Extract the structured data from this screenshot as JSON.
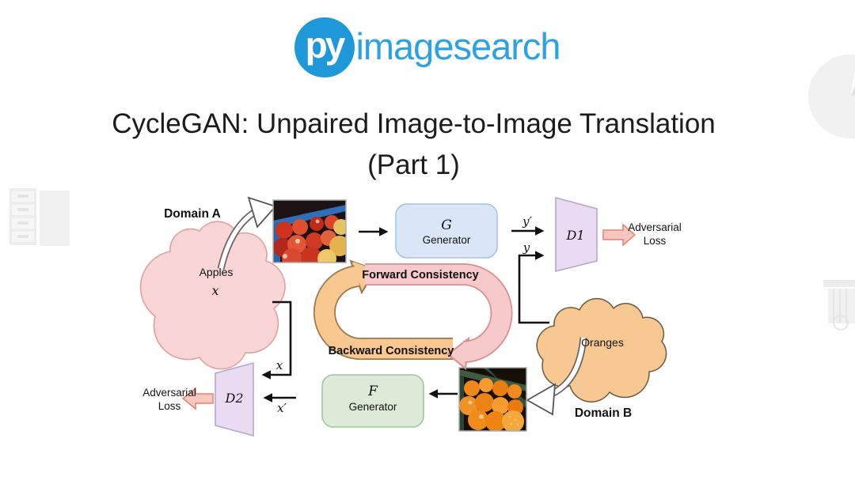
{
  "logo": {
    "monogram": "py",
    "wordmark": "imagesearch",
    "brand_blue": "#1f98da"
  },
  "title": {
    "line1": "CycleGAN: Unpaired Image-to-Image Translation",
    "line2": "(Part 1)"
  },
  "diagram": {
    "domain_a": {
      "title": "Domain A",
      "cloud_label": "Apples",
      "symbol": "x"
    },
    "domain_b": {
      "title": "Domain B",
      "cloud_label": "Oranges"
    },
    "generator_g": {
      "symbol": "G",
      "label": "Generator"
    },
    "generator_f": {
      "symbol": "F",
      "label": "Generator"
    },
    "discriminator_d1": {
      "symbol": "D1"
    },
    "discriminator_d2": {
      "symbol": "D2"
    },
    "loss_right": {
      "line1": "Adversarial",
      "line2": "Loss"
    },
    "loss_left": {
      "line1": "Adversarial",
      "line2": "Loss"
    },
    "cycle": {
      "forward": "Forward Consistency",
      "backward": "Backward Consistency"
    },
    "signals": {
      "y_prime": "y′",
      "y": "y",
      "x": "x",
      "x_prime": "x′"
    },
    "colors": {
      "cloud_a_fill": "#f9d6d5",
      "cloud_a_stroke": "#dfa0a0",
      "cloud_b_fill": "#f8c893",
      "cloud_b_stroke": "#6b5a43",
      "generator_g_fill": "#d8e6f8",
      "generator_g_stroke": "#a6c3e6",
      "generator_f_fill": "#dcead7",
      "generator_f_stroke": "#9fc79a",
      "discriminator_fill": "#e7dcf1",
      "discriminator_stroke": "#b8a5ce",
      "loss_arrow_fill": "#f7c6bf",
      "loss_arrow_stroke": "#e2826f",
      "forward_band_fill": "#f6caca",
      "forward_band_stroke": "#d98e8e",
      "backward_band_fill": "#f8c890",
      "backward_band_stroke": "#9a7850",
      "line_black": "#111111"
    },
    "watermarks": [
      "file-cabinet",
      "pie-chart",
      "pillar"
    ]
  }
}
